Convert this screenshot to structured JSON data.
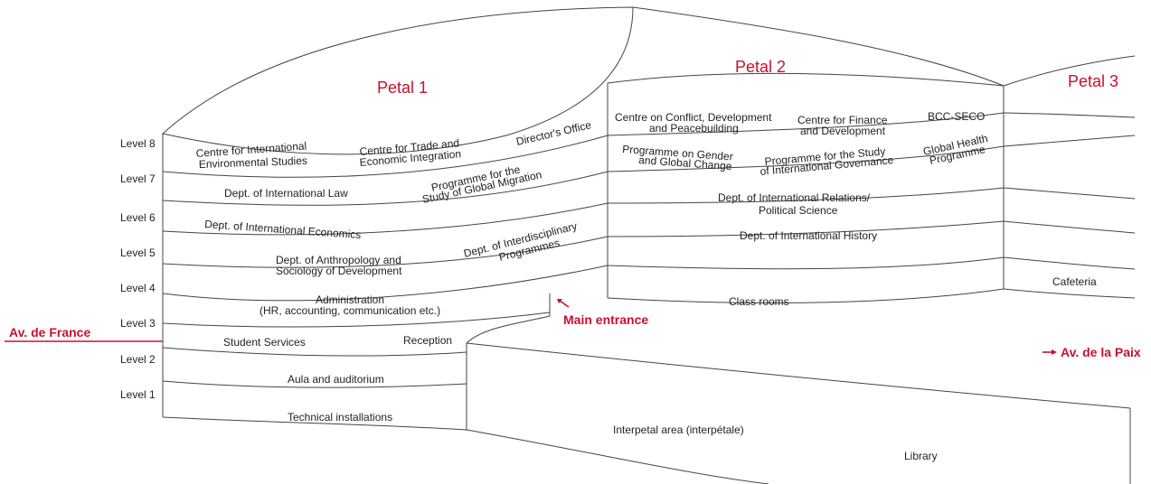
{
  "colors": {
    "accent": "#c8102e",
    "line": "#444444",
    "text": "#222222"
  },
  "petals": {
    "p1": "Petal 1",
    "p2": "Petal 2",
    "p3": "Petal 3"
  },
  "levels": {
    "l8": "Level 8",
    "l7": "Level 7",
    "l6": "Level 6",
    "l5": "Level 5",
    "l4": "Level 4",
    "l3": "Level 3",
    "l2": "Level 2",
    "l1": "Level 1"
  },
  "streets": {
    "france": "Av. de France",
    "paix": "Av. de la Paix"
  },
  "entrance": {
    "label": "Main entrance"
  },
  "petal1": {
    "cies_1": "Centre for International",
    "cies_2": "Environmental Studies",
    "ctei_1": "Centre for Trade and",
    "ctei_2": "Economic Integration",
    "director": "Director's Office",
    "intl_law": "Dept. of  International Law",
    "migration_1": "Programme for the",
    "migration_2": "Study of Global Migration",
    "intl_econ": "Dept. of International Economics",
    "anthro_1": "Dept. of Anthropology and",
    "anthro_2": "Sociology of Development",
    "interdisc_1": "Dept. of Interdisciplinary",
    "interdisc_2": "Programmes",
    "admin_1": "Administration",
    "admin_2": "(HR, accounting, communication etc.)",
    "student": "Student Services",
    "reception": "Reception",
    "aula": "Aula and auditorium",
    "technical": "Technical installations"
  },
  "petal2": {
    "ccdp_1": "Centre on Conflict, Development",
    "ccdp_2": "and Peacebuilding",
    "cfd_1": "Centre for Finance",
    "cfd_2": "and Development",
    "bcc": "BCC-SECO",
    "gender_1": "Programme on Gender",
    "gender_2": "and Global Change",
    "gov_1": "Programme for the Study",
    "gov_2": "of International Governance",
    "health_1": "Global Health",
    "health_2": "Programme",
    "ir_1": "Dept. of International Relations/",
    "ir_2": "Political Science",
    "history": "Dept. of International History",
    "classrooms": "Class rooms"
  },
  "petal3": {
    "cafeteria": "Cafeteria"
  },
  "interpetal": {
    "area": "Interpetal area (interpétale)",
    "library": "Library"
  }
}
